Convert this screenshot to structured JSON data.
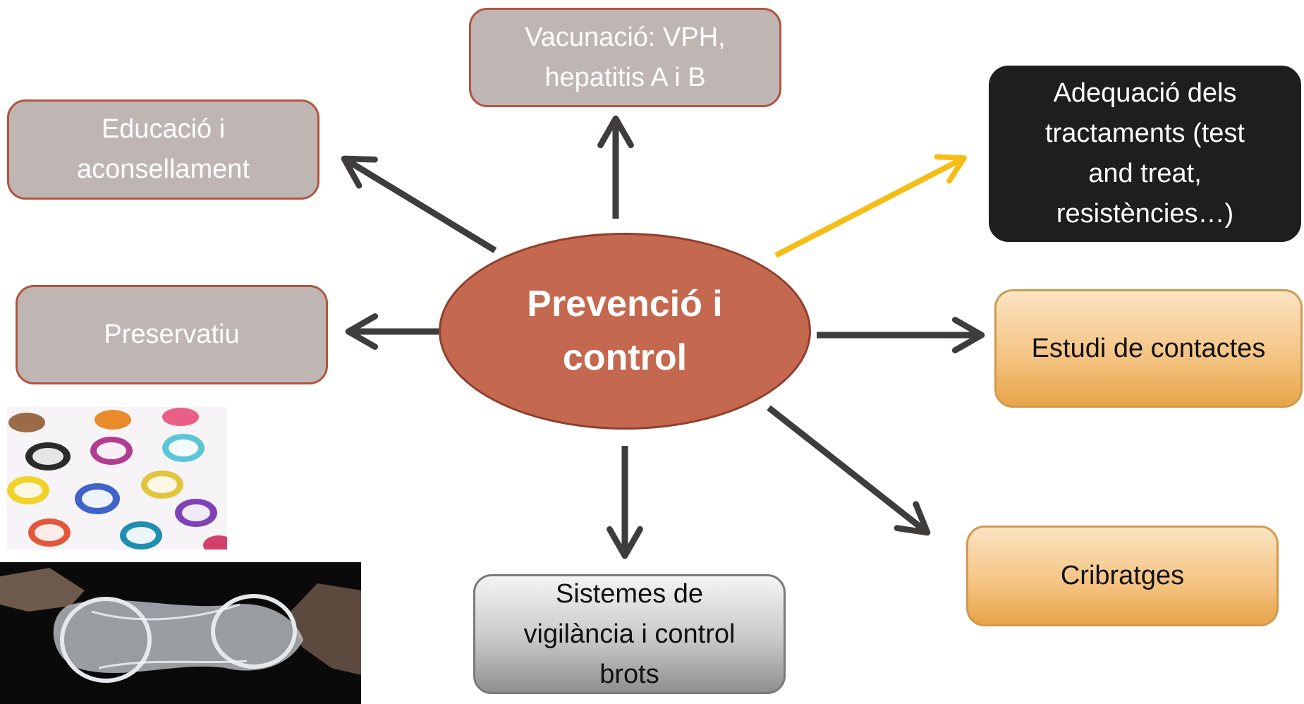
{
  "center": {
    "line1": "Prevenció i",
    "line2": "control"
  },
  "nodes": {
    "vaccination": {
      "line1": "Vacunació: VPH,",
      "line2": "hepatitis A i B"
    },
    "education": {
      "line1": "Educació i",
      "line2": "aconsellament"
    },
    "condom": {
      "label": "Preservatiu"
    },
    "treatment": {
      "line1": "Adequació dels",
      "line2": "tractaments (test",
      "line3": "and treat,",
      "line4": "resistències…)"
    },
    "contacts": {
      "label": "Estudi de contactes"
    },
    "screening": {
      "label": "Cribratges"
    },
    "surveillance": {
      "line1": "Sistemes de",
      "line2": "vigilància i control",
      "line3": "brots"
    }
  },
  "colors": {
    "arrow": "#3f3c3c",
    "highlight_arrow": "#f6bd16",
    "center_fill": "#c4684f",
    "grey_box": "#bfb6b4",
    "black_box": "#1e1e1e",
    "orange_box": "#f4c27f"
  }
}
